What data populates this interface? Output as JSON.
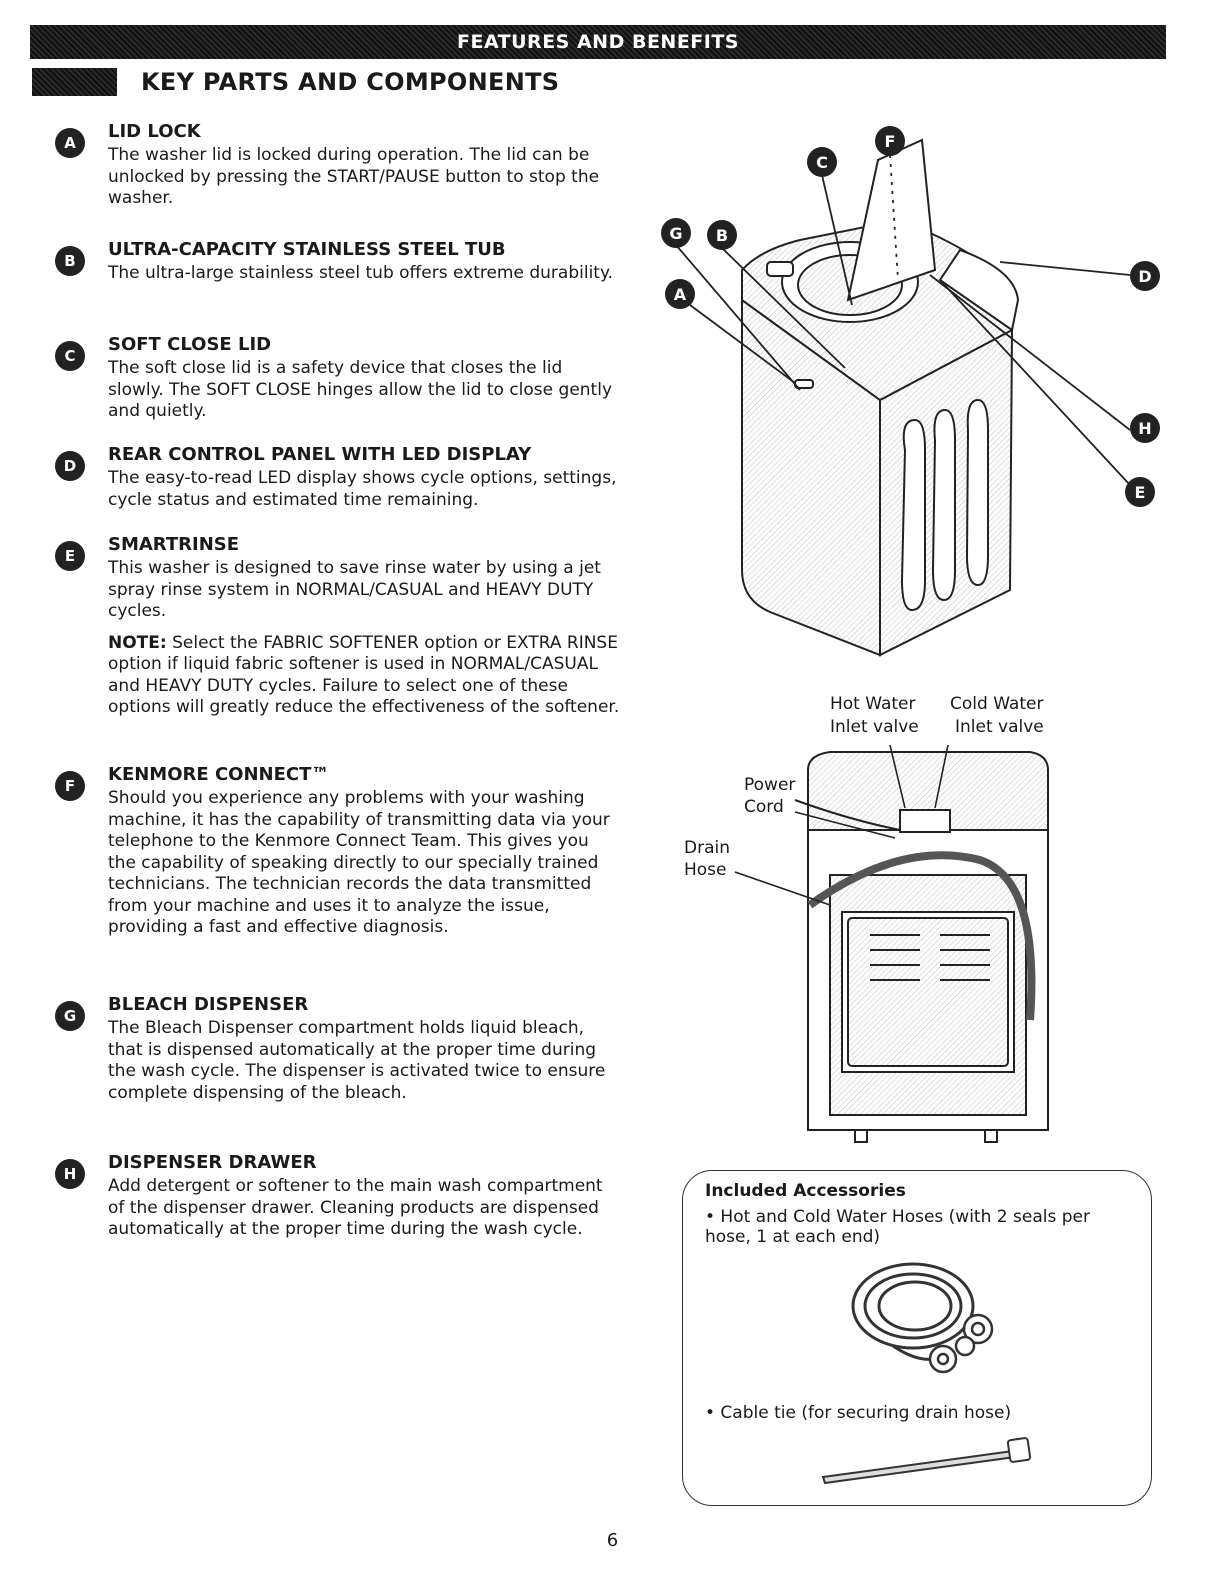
{
  "header": {
    "banner": "FEATURES AND BENEFITS",
    "section_title": "KEY PARTS AND COMPONENTS"
  },
  "items": [
    {
      "letter": "A",
      "title": "LID LOCK",
      "text": "The washer lid is locked during operation. The lid can be unlocked by pressing the START/PAUSE button to stop the washer."
    },
    {
      "letter": "B",
      "title": "ULTRA-CAPACITY STAINLESS STEEL TUB",
      "text": "The ultra-large stainless steel tub offers extreme durability."
    },
    {
      "letter": "C",
      "title": "SOFT CLOSE LID",
      "text": "The soft close lid is a safety device that closes the lid slowly. The SOFT CLOSE hinges allow the lid to close gently and quietly."
    },
    {
      "letter": "D",
      "title": "REAR CONTROL PANEL WITH LED DISPLAY",
      "text": "The easy-to-read LED display shows cycle options, settings, cycle status and estimated time remaining."
    },
    {
      "letter": "E",
      "title": "SMARTRINSE",
      "text": "This washer is designed to save rinse water by using a jet spray rinse system in NORMAL/CASUAL and HEAVY DUTY cycles.",
      "note_label": "NOTE:",
      "note_text": " Select the FABRIC SOFTENER option or EXTRA RINSE option if liquid fabric softener is used in NORMAL/CASUAL and HEAVY DUTY cycles. Failure to select one of these options will greatly reduce the effectiveness of the softener."
    },
    {
      "letter": "F",
      "title": "KENMORE CONNECT™",
      "text": "Should you experience any problems with your washing machine, it has the capability of transmitting data via your telephone to the Kenmore Connect Team. This gives you the capability of speaking directly to our specially trained technicians. The technician records the data transmitted from your machine and uses it to analyze the issue, providing a fast and effective diagnosis."
    },
    {
      "letter": "G",
      "title": "BLEACH DISPENSER",
      "text": "The Bleach Dispenser compartment holds liquid bleach, that is dispensed automatically at the proper time during the wash cycle. The dispenser is activated twice to ensure complete dispensing of the bleach."
    },
    {
      "letter": "H",
      "title": "DISPENSER DRAWER",
      "text": "Add detergent or softener to the main wash compartment of the dispenser drawer. Cleaning products are dispensed automatically at the proper time during the wash cycle."
    }
  ],
  "diagram": {
    "hot_water_1": "Hot Water",
    "hot_water_2": "Inlet valve",
    "cold_water_1": "Cold Water",
    "cold_water_2": "Inlet valve",
    "power_1": "Power",
    "power_2": "Cord",
    "drain_1": "Drain",
    "drain_2": "Hose"
  },
  "accessories": {
    "title": "Included Accessories",
    "item1": "• Hot and Cold Water Hoses (with 2 seals per hose, 1 at each end)",
    "item2": "• Cable tie (for securing drain hose)"
  },
  "page_number": "6"
}
